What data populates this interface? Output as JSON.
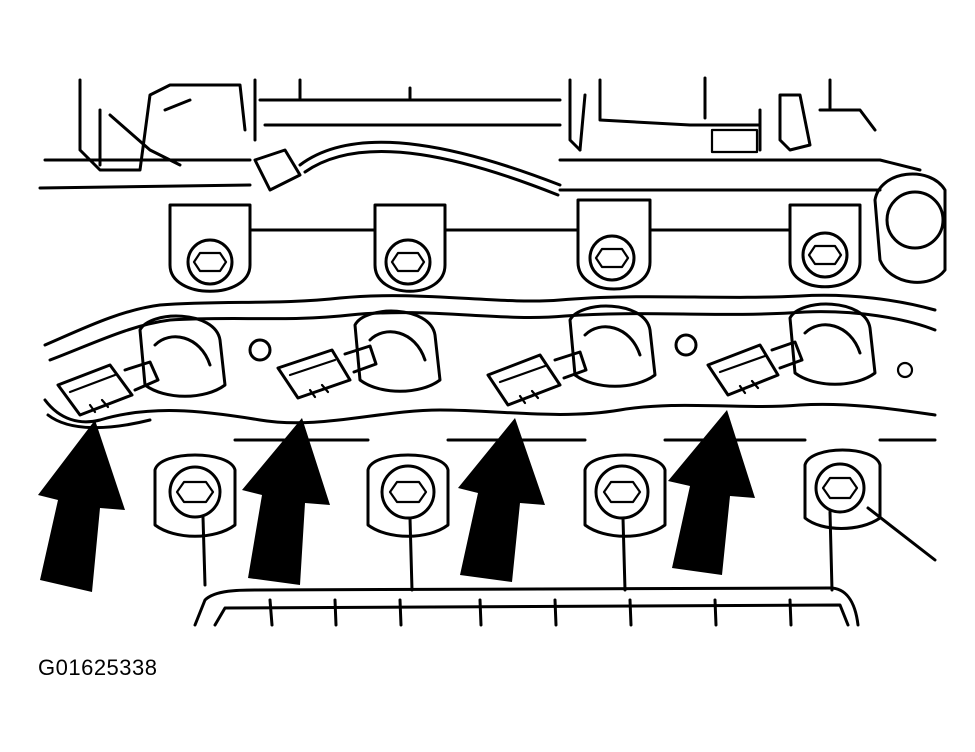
{
  "figure_id": "G01625338",
  "colors": {
    "line": "#000000",
    "background": "#ffffff",
    "arrow": "#000000"
  },
  "callouts": [
    {
      "name": "arrow-1",
      "target": "connector-1"
    },
    {
      "name": "arrow-2",
      "target": "connector-2"
    },
    {
      "name": "arrow-3",
      "target": "connector-3"
    },
    {
      "name": "arrow-4",
      "target": "connector-4"
    }
  ]
}
